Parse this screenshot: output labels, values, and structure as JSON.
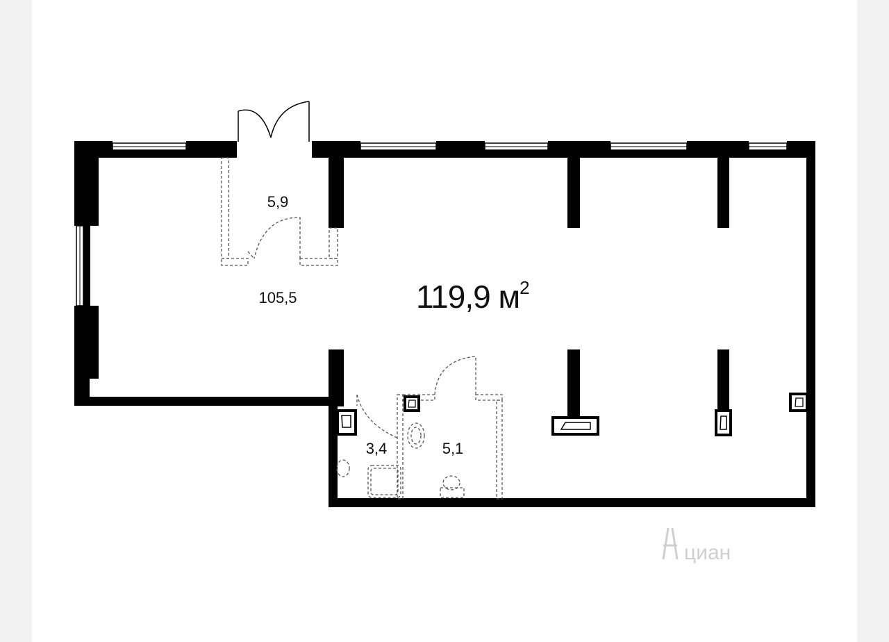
{
  "plan": {
    "total_area": "119,9 м",
    "total_area_superscript": "2",
    "rooms": [
      {
        "id": "main-hall",
        "area": "105,5"
      },
      {
        "id": "vestibule",
        "area": "5,9"
      },
      {
        "id": "bathroom",
        "area": "3,4"
      },
      {
        "id": "utility-room",
        "area": "5,1"
      }
    ]
  },
  "watermark": {
    "text": "циан"
  },
  "colors": {
    "wall": "#000000",
    "window": "#ffffff",
    "dashed": "#555555",
    "background": "#f2f2f2",
    "sheet": "#ffffff"
  }
}
